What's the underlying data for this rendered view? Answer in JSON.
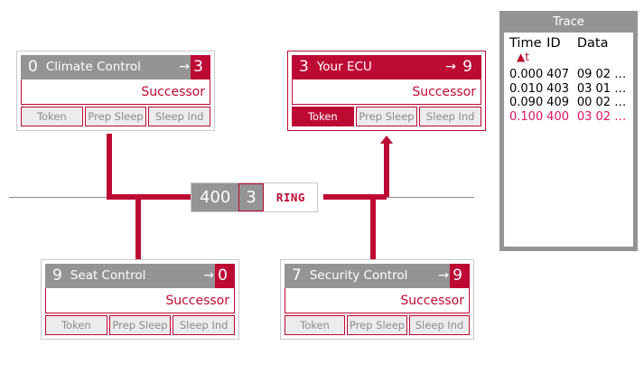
{
  "colors": {
    "accent": "#bd0a34",
    "gray": "#949494",
    "frame": "#c9c9c9",
    "highlight_row": "#e0115f"
  },
  "bus": {
    "name": "bus-line"
  },
  "ring_frame": {
    "id": "400",
    "dlc": "3",
    "label": "RING"
  },
  "node_buttons": {
    "token": "Token",
    "prep_sleep": "Prep Sleep",
    "sleep_ind": "Sleep Ind"
  },
  "successor_label": "Successor",
  "arrow": "→",
  "nodes": [
    {
      "id": "0",
      "title": "Climate Control",
      "successor": "3",
      "active": false,
      "token_on": false
    },
    {
      "id": "3",
      "title": "Your ECU",
      "successor": "9",
      "active": true,
      "token_on": true
    },
    {
      "id": "9",
      "title": "Seat Control",
      "successor": "0",
      "active": false,
      "token_on": false
    },
    {
      "id": "7",
      "title": "Security Control",
      "successor": "9",
      "active": false,
      "token_on": false
    }
  ],
  "trace": {
    "title": "Trace",
    "columns": {
      "time": "Time",
      "id": "ID",
      "data": "Data"
    },
    "sort_indicator": "▲t",
    "rows": [
      {
        "time": "0.000",
        "id": "407",
        "data": "09 02 …",
        "highlight": false
      },
      {
        "time": "0.010",
        "id": "403",
        "data": "03 01 …",
        "highlight": false
      },
      {
        "time": "0.090",
        "id": "409",
        "data": "00 02 …",
        "highlight": false
      },
      {
        "time": "0.100",
        "id": "400",
        "data": "03 02 …",
        "highlight": true
      }
    ]
  }
}
